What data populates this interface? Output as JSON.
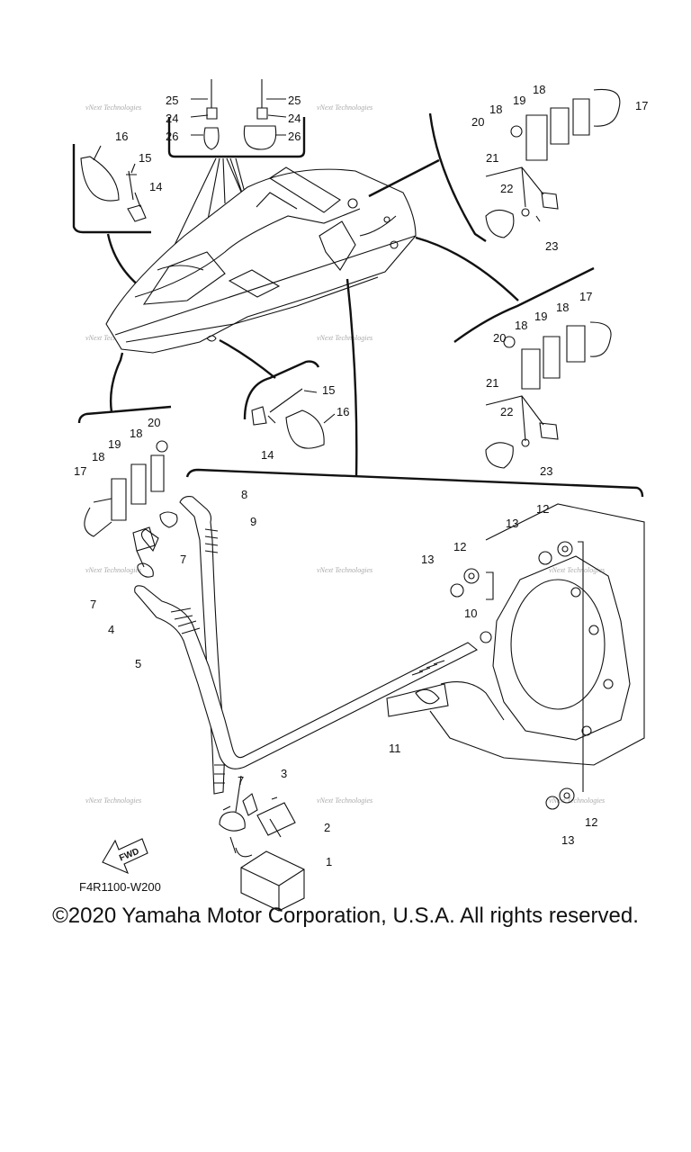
{
  "diagram": {
    "part_code": "F4R1100-W200",
    "fwd_label": "FWD",
    "watermark": "vNext Technologies",
    "callouts": [
      {
        "id": "c25a",
        "text": "25"
      },
      {
        "id": "c25b",
        "text": "25"
      },
      {
        "id": "c24a",
        "text": "24"
      },
      {
        "id": "c24b",
        "text": "24"
      },
      {
        "id": "c26a",
        "text": "26"
      },
      {
        "id": "c26b",
        "text": "26"
      },
      {
        "id": "c16a",
        "text": "16"
      },
      {
        "id": "c15a",
        "text": "15"
      },
      {
        "id": "c14a",
        "text": "14"
      },
      {
        "id": "c18a",
        "text": "18"
      },
      {
        "id": "c19a",
        "text": "19"
      },
      {
        "id": "c18b",
        "text": "18"
      },
      {
        "id": "c17a",
        "text": "17"
      },
      {
        "id": "c20a",
        "text": "20"
      },
      {
        "id": "c21a",
        "text": "21"
      },
      {
        "id": "c22a",
        "text": "22"
      },
      {
        "id": "c23a",
        "text": "23"
      },
      {
        "id": "c17b",
        "text": "17"
      },
      {
        "id": "c18c",
        "text": "18"
      },
      {
        "id": "c19b",
        "text": "19"
      },
      {
        "id": "c18d",
        "text": "18"
      },
      {
        "id": "c20b",
        "text": "20"
      },
      {
        "id": "c21b",
        "text": "21"
      },
      {
        "id": "c22b",
        "text": "22"
      },
      {
        "id": "c23b",
        "text": "23"
      },
      {
        "id": "c15b",
        "text": "15"
      },
      {
        "id": "c16b",
        "text": "16"
      },
      {
        "id": "c14b",
        "text": "14"
      },
      {
        "id": "c20c",
        "text": "20"
      },
      {
        "id": "c19c",
        "text": "19"
      },
      {
        "id": "c18e",
        "text": "18"
      },
      {
        "id": "c18f",
        "text": "18"
      },
      {
        "id": "c17c",
        "text": "17"
      },
      {
        "id": "c8",
        "text": "8"
      },
      {
        "id": "c9",
        "text": "9"
      },
      {
        "id": "c7a",
        "text": "7"
      },
      {
        "id": "c7b",
        "text": "7"
      },
      {
        "id": "c4",
        "text": "4"
      },
      {
        "id": "c5",
        "text": "5"
      },
      {
        "id": "c12a",
        "text": "12"
      },
      {
        "id": "c13a",
        "text": "13"
      },
      {
        "id": "c12b",
        "text": "12"
      },
      {
        "id": "c13b",
        "text": "13"
      },
      {
        "id": "c10",
        "text": "10"
      },
      {
        "id": "c11",
        "text": "11"
      },
      {
        "id": "c3",
        "text": "3"
      },
      {
        "id": "c7c",
        "text": "7"
      },
      {
        "id": "c2",
        "text": "2"
      },
      {
        "id": "c1",
        "text": "1"
      },
      {
        "id": "c12c",
        "text": "12"
      },
      {
        "id": "c13c",
        "text": "13"
      }
    ]
  },
  "footer": {
    "copyright": "©2020 Yamaha Motor Corporation, U.S.A. All rights reserved."
  }
}
